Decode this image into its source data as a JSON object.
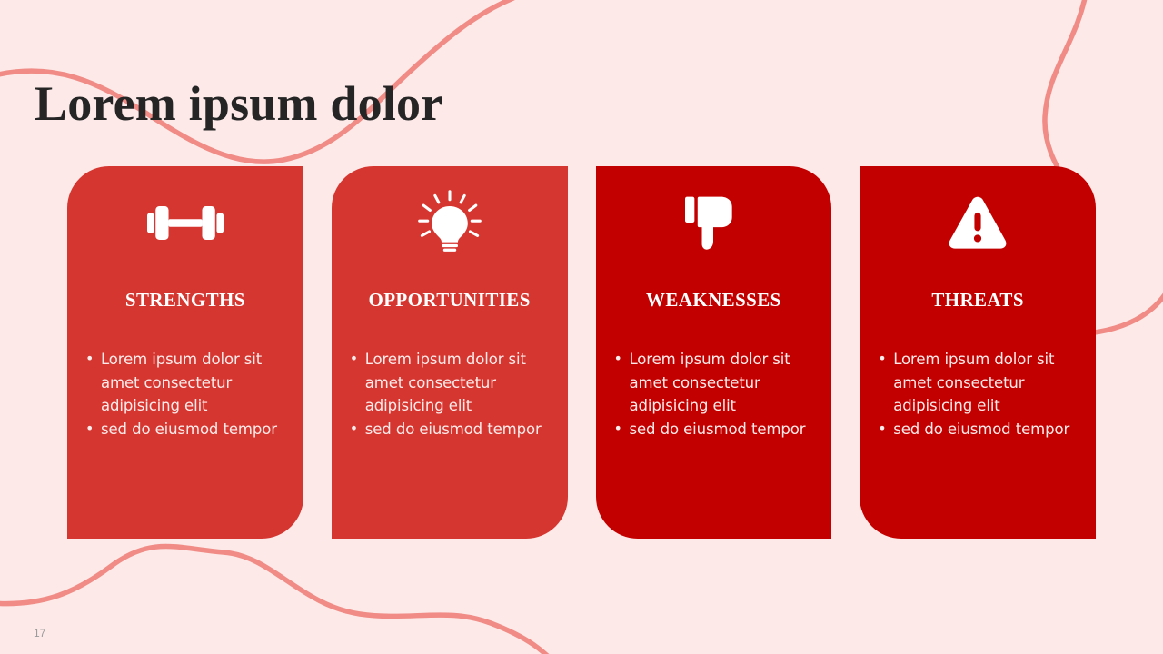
{
  "slide": {
    "title": "Lorem ipsum dolor",
    "page_number": "17",
    "background_color": "#fce9e8",
    "decor_line_color": "#f08b85"
  },
  "cards": [
    {
      "id": "strengths",
      "title": "STRENGTHS",
      "icon": "dumbbell-icon",
      "color": "#d63630",
      "bullets": [
        "Lorem ipsum dolor sit amet consectetur adipisicing elit",
        "sed do eiusmod tempor"
      ]
    },
    {
      "id": "opportunities",
      "title": "OPPORTUNITIES",
      "icon": "lightbulb-icon",
      "color": "#d63630",
      "bullets": [
        "Lorem ipsum dolor sit amet consectetur adipisicing elit",
        "sed do eiusmod tempor"
      ]
    },
    {
      "id": "weaknesses",
      "title": "WEAKNESSES",
      "icon": "thumbs-down-icon",
      "color": "#c30000",
      "bullets": [
        "Lorem ipsum dolor sit amet consectetur adipisicing elit",
        "sed do eiusmod tempor"
      ]
    },
    {
      "id": "threats",
      "title": "THREATS",
      "icon": "warning-triangle-icon",
      "color": "#c30000",
      "bullets": [
        "Lorem ipsum dolor sit amet consectetur adipisicing elit",
        "sed do eiusmod tempor"
      ]
    }
  ]
}
